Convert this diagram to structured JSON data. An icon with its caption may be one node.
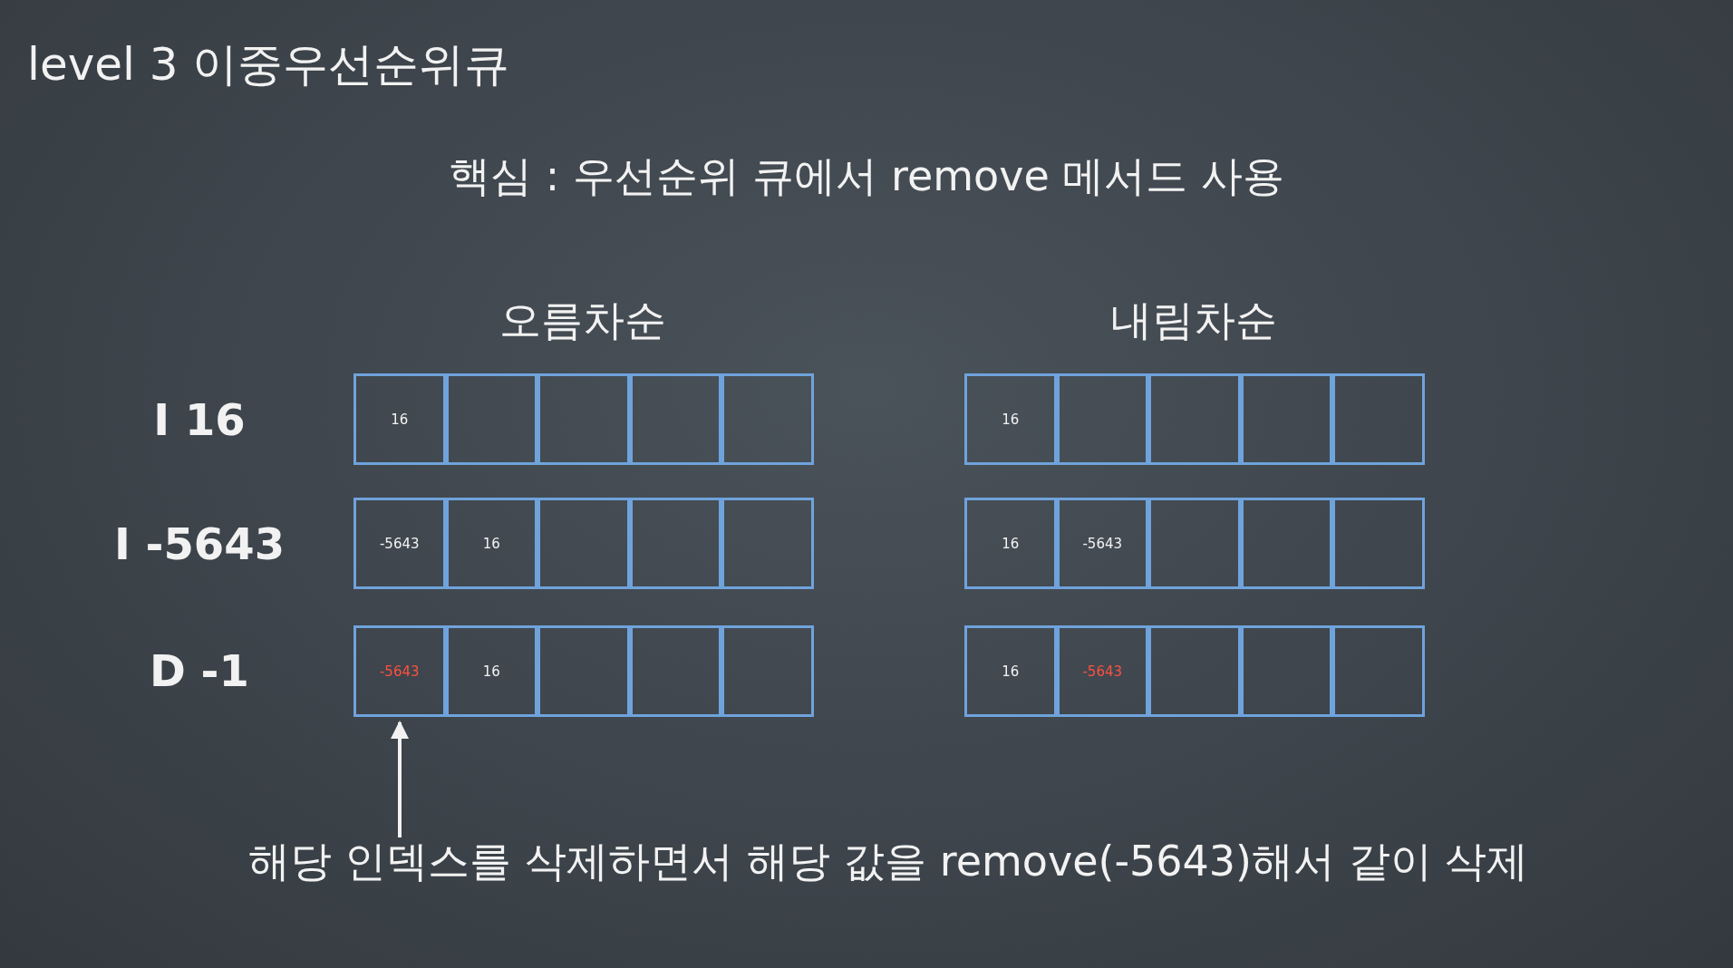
{
  "diagram": {
    "title": "level 3 이중우선순위큐",
    "nodes": [
      {
        "text": [
          "16"
        ]
      },
      {
        "text": [],
        "shape": "box"
      },
      {
        "text": [],
        "shape": "box"
      },
      {
        "text": [],
        "shape": "box"
      },
      {
        "text": [],
        "shape": "box"
      },
      {
        "text": [
          "16"
        ]
      },
      {
        "text": [],
        "shape": "box"
      },
      {
        "text": [],
        "shape": "box"
      },
      {
        "text": [],
        "shape": "box"
      },
      {
        "text": [],
        "shape": "box"
      },
      {
        "text": [
          "-5643"
        ]
      },
      {
        "text": [
          "16"
        ]
      },
      {
        "text": [],
        "shape": "box"
      },
      {
        "text": [],
        "shape": "box"
      },
      {
        "text": [],
        "shape": "box"
      },
      {
        "text": [
          "16"
        ]
      },
      {
        "text": [
          "-5643"
        ]
      },
      {
        "text": [],
        "shape": "box"
      },
      {
        "text": [],
        "shape": "box"
      },
      {
        "text": [],
        "shape": "box"
      },
      {
        "text": [
          "-5643"
        ]
      },
      {
        "text": [
          "16"
        ]
      },
      {
        "text": [],
        "shape": "box"
      },
      {
        "text": [],
        "shape": "box"
      },
      {
        "text": [],
        "shape": "box"
      },
      {
        "text": [
          "16"
        ]
      },
      {
        "text": [
          "-5643"
        ]
      },
      {
        "text": [],
        "shape": "box"
      },
      {
        "text": [],
        "shape": "box"
      },
      {
        "text": [],
        "shape": "box"
      },
      {
        "text": [
          "해당 인덱스를 삭제하면서 해당 값을 remove(-5643)해서 같이 삭제"
        ]
      }
    ],
    "edges": [
      {
        "from": 30,
        "to": 20,
        "arrow": "to"
      }
    ],
    "labels": [
      "핵심 : 우선순위 큐에서 remove 메서드 사용",
      "오름차순",
      "내림차순",
      "I 16",
      "I -5643",
      "D -1"
    ]
  }
}
